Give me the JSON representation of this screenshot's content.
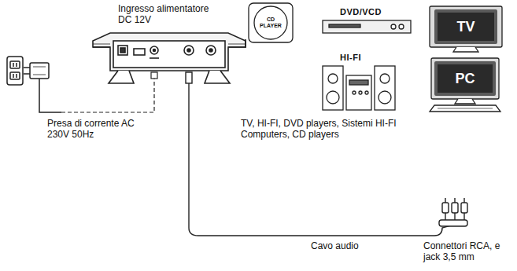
{
  "diagram": {
    "nodes": [
      {
        "text": [
          "CD PLAYER"
        ]
      },
      {
        "text": [
          "TV"
        ]
      },
      {
        "text": [
          "PC"
        ]
      }
    ],
    "labels": [
      "Ingresso alimentatore DC 12V",
      "Presa di corrente AC 230V 50Hz",
      "DVD/VCD",
      "HI-FI",
      "TV, HI-FI, DVD players, Sistemi HI-FI Computers, CD players",
      "Cavo audio",
      "Connettori RCA, e jack 3,5 mm"
    ]
  }
}
